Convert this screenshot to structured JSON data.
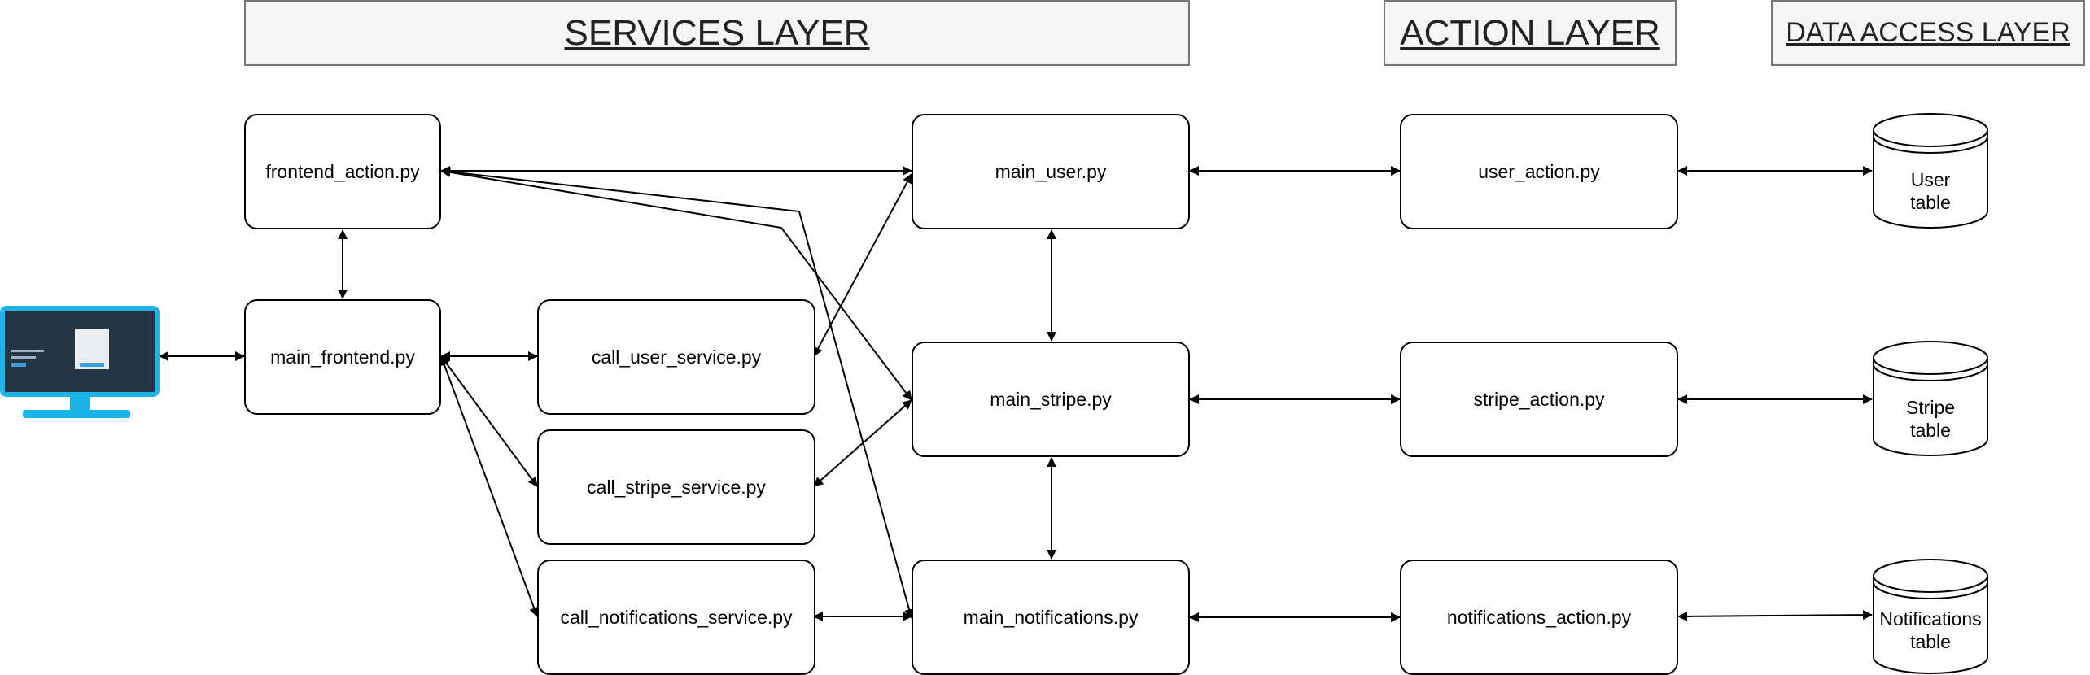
{
  "layers": {
    "services": "SERVICES LAYER",
    "action": "ACTION LAYER",
    "data_access": "DATA ACCESS LAYER"
  },
  "nodes": {
    "frontend_action": "frontend_action.py",
    "main_frontend": "main_frontend.py",
    "call_user_service": "call_user_service.py",
    "call_stripe_service": "call_stripe_service.py",
    "call_notifications_service": "call_notifications_service.py",
    "main_user": "main_user.py",
    "main_stripe": "main_stripe.py",
    "main_notifications": "main_notifications.py",
    "user_action": "user_action.py",
    "stripe_action": "stripe_action.py",
    "notifications_action": "notifications_action.py"
  },
  "databases": {
    "user": {
      "line1": "User",
      "line2": "table"
    },
    "stripe": {
      "line1": "Stripe",
      "line2": "table"
    },
    "notifications": {
      "line1": "Notifications",
      "line2": "table"
    }
  },
  "colors": {
    "monitor": "#1ab4e8",
    "screen": "#1c2a36",
    "header_bg": "#f5f5f5",
    "header_border": "#777777",
    "line": "#000000"
  },
  "icons": {
    "client": "monitor-icon"
  }
}
